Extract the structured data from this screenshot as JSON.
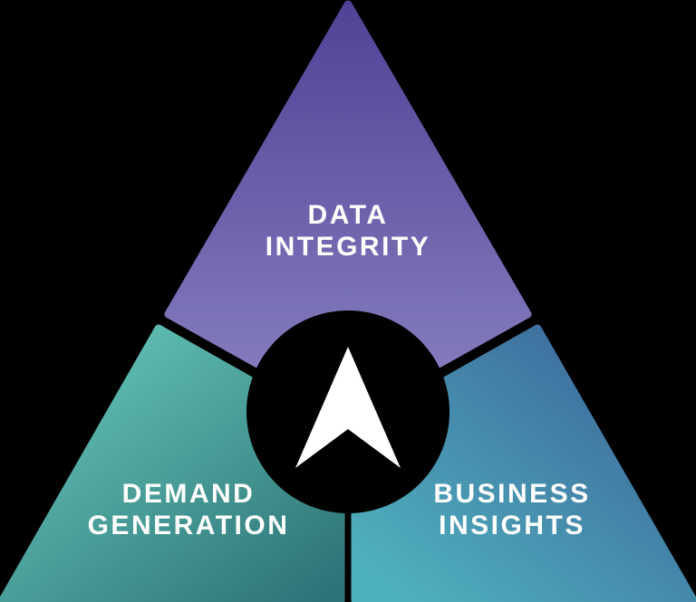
{
  "diagram": {
    "segments": {
      "top": {
        "label": "DATA\nINTEGRITY"
      },
      "left": {
        "label": "DEMAND\nGENERATION"
      },
      "right": {
        "label": "BUSINESS\nINSIGHTS"
      }
    },
    "center_icon": "arrow-up-icon",
    "colors": {
      "background": "#000000",
      "purple_top": "#4e4296",
      "purple_bottom": "#8a82c2",
      "teal_light": "#5fbdb1",
      "teal_dark": "#2d7478",
      "blue_dark": "#3e6f9f",
      "blue_light": "#4fb0bd",
      "circle_fill": "#000000",
      "arrow_fill": "#ffffff",
      "label_color": "#ffffff"
    }
  }
}
